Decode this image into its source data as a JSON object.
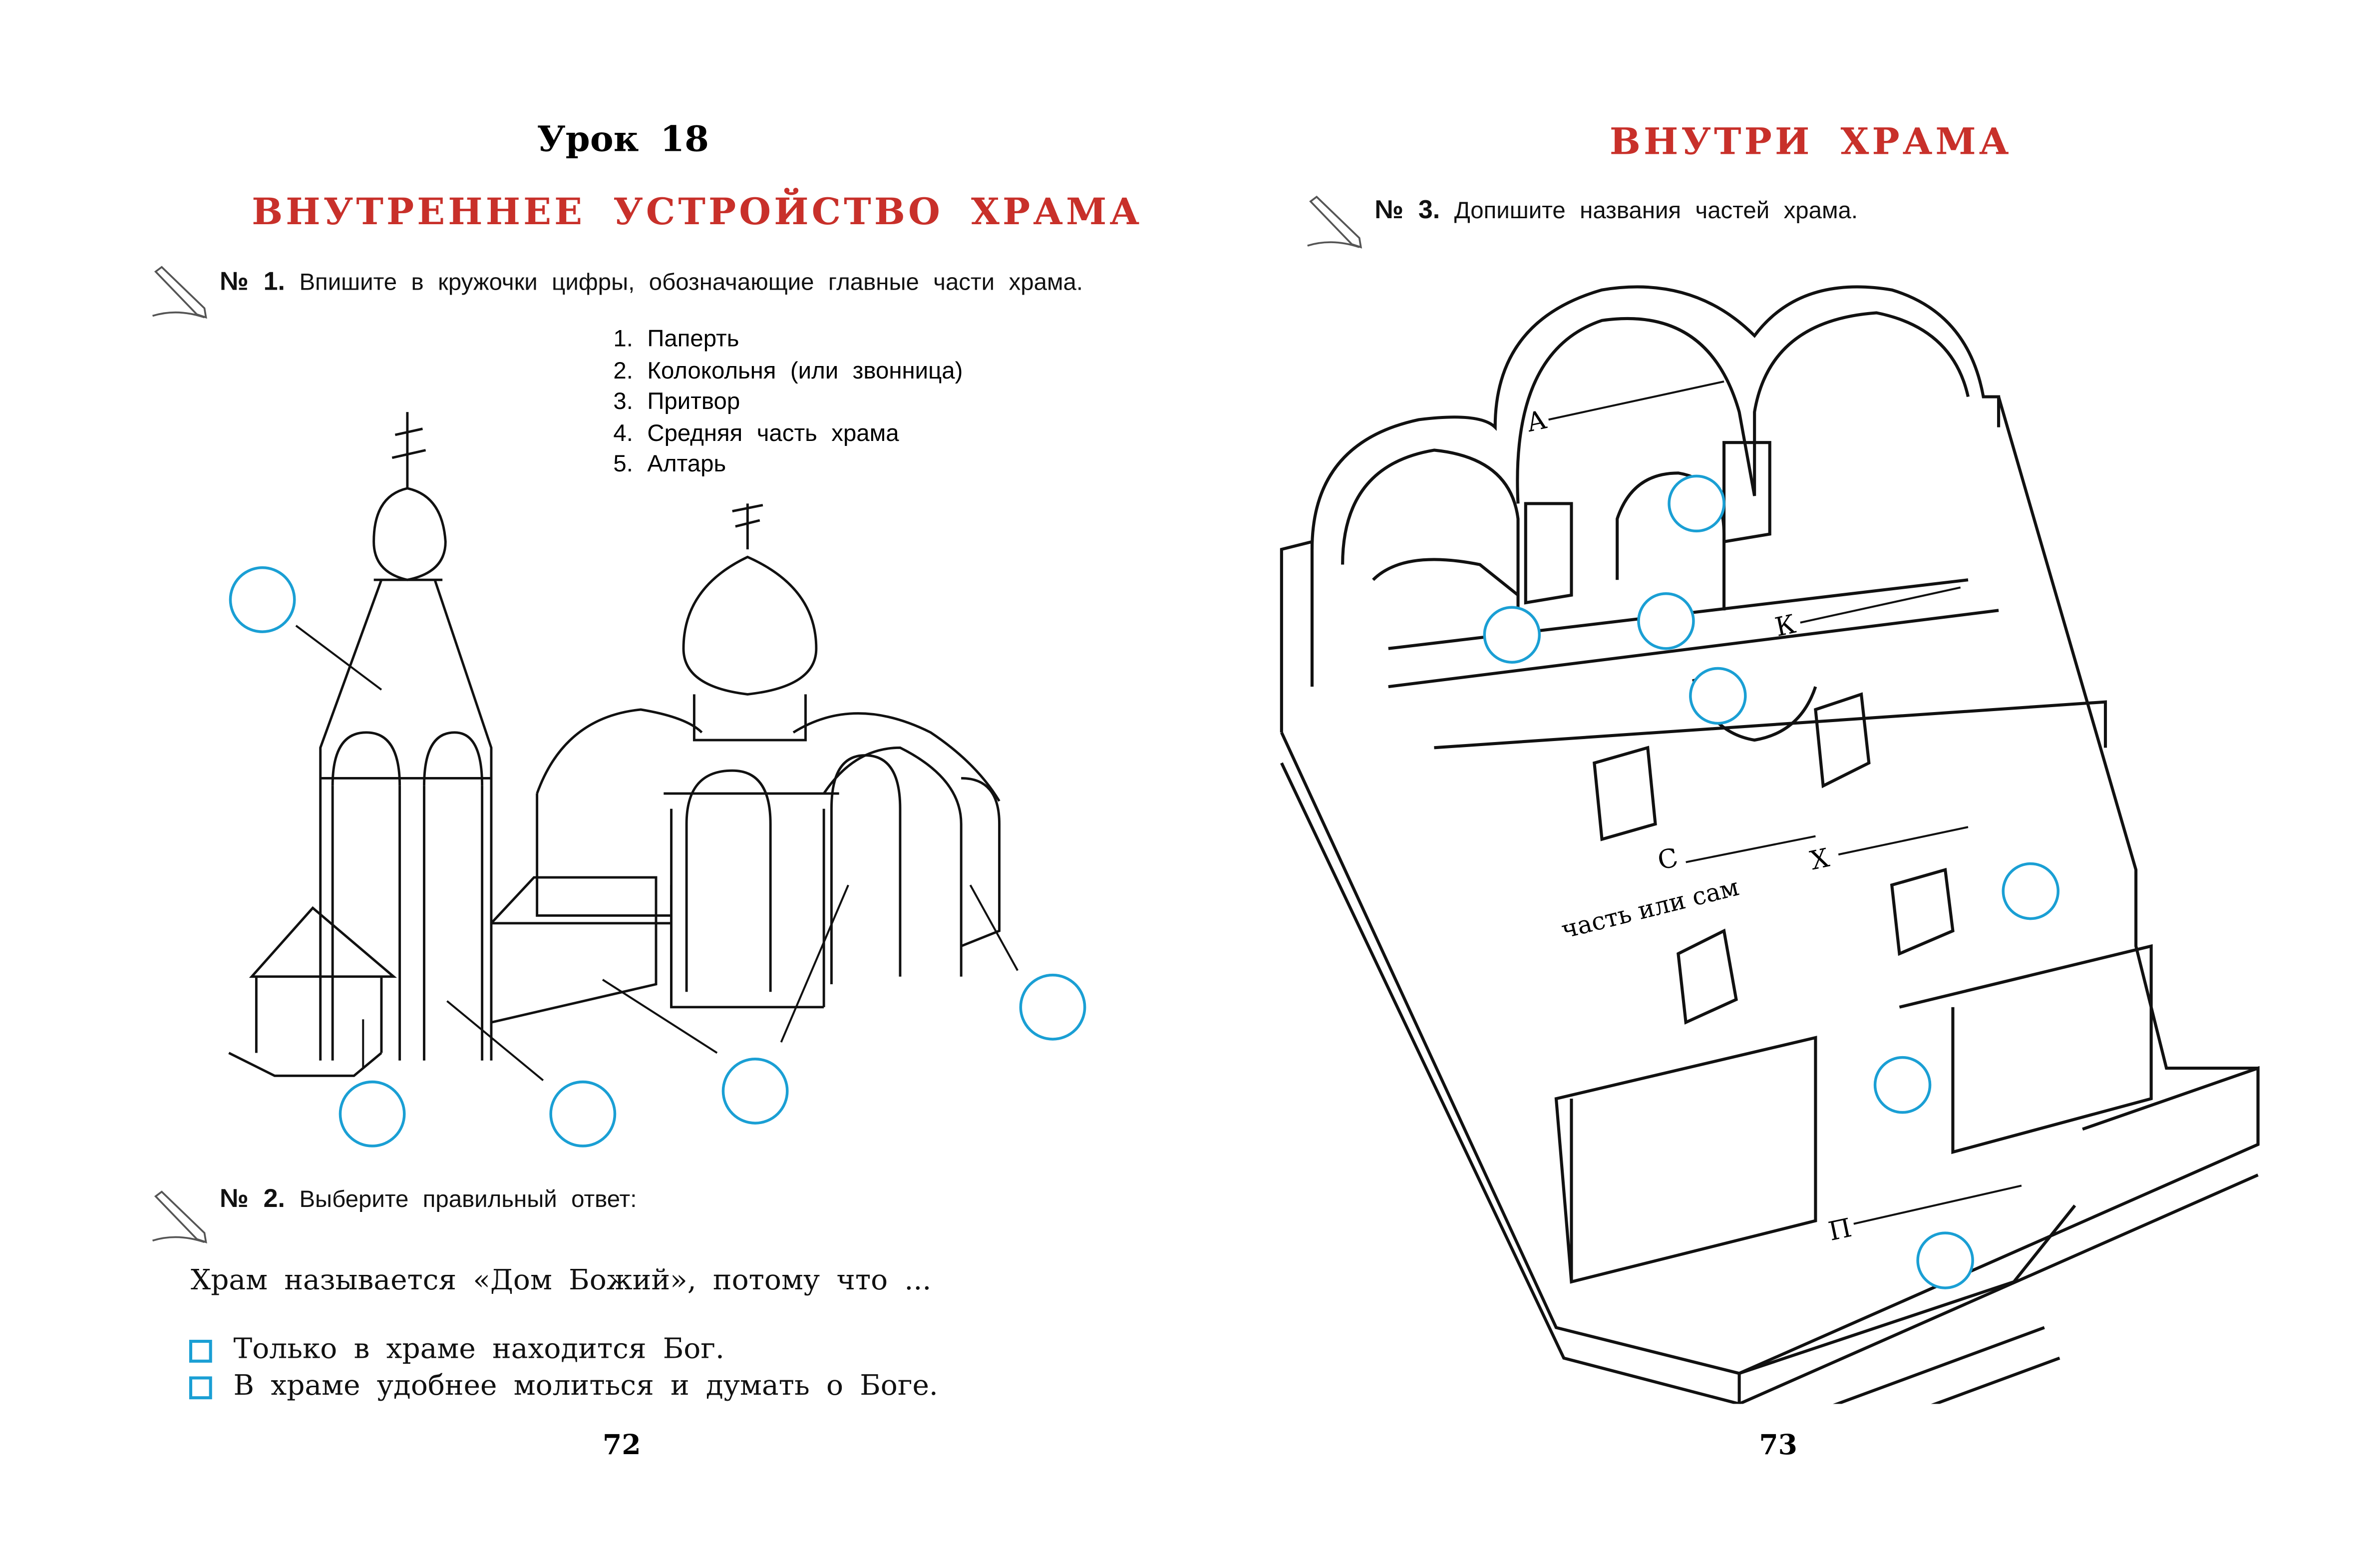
{
  "left_page": {
    "lesson": "Урок 18",
    "title": "ВНУТРЕННЕЕ УСТРОЙСТВО ХРАМА",
    "task1": {
      "number": "№ 1.",
      "text": "Впишите в кружочки цифры, обозначающие главные части храма.",
      "items": [
        "1. Паперть",
        "2. Колокольня (или звонница)",
        "3. Притвор",
        "4. Средняя часть храма",
        "5. Алтарь"
      ]
    },
    "task2": {
      "number": "№ 2.",
      "text": "Выберите правильный ответ:",
      "question": "Храм называется «Дом Божий», потому что ...",
      "options": [
        "Только в храме находится Бог.",
        "В храме удобнее молиться и думать о Боге."
      ]
    },
    "page_number": "72"
  },
  "right_page": {
    "title": "ВНУТРИ ХРАМА",
    "task3": {
      "number": "№ 3.",
      "text": "Допишите названия частей храма.",
      "labels": {
        "a": "А",
        "k": "К",
        "s": "С",
        "middle": "часть или сам",
        "h": "Х",
        "p": "П"
      }
    },
    "page_number": "73"
  },
  "colors": {
    "title_red": "#c8302a",
    "circle_blue": "#1a9fd4"
  }
}
